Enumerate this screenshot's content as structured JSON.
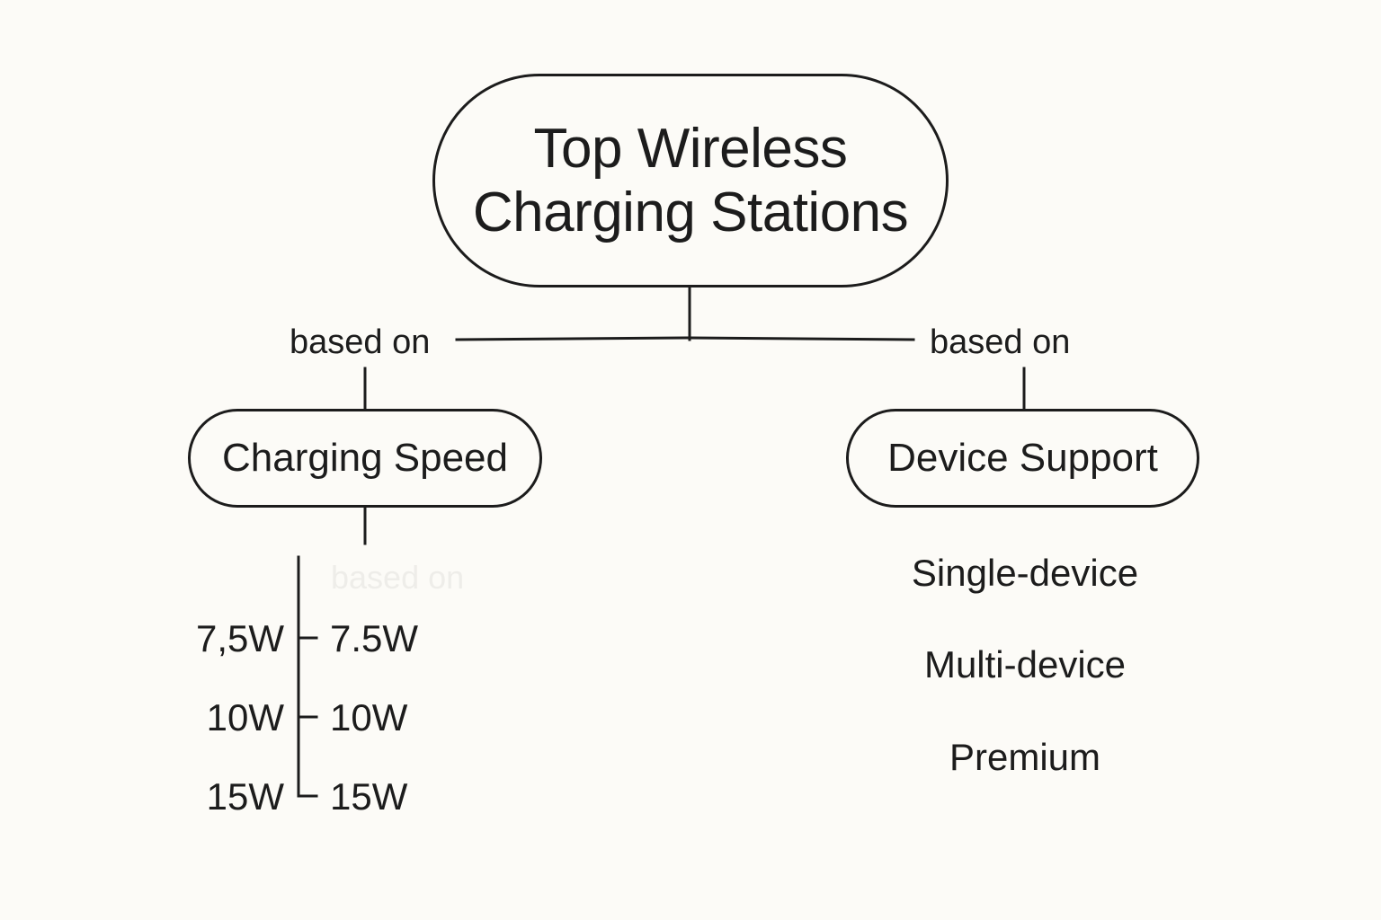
{
  "root": {
    "line1": "Top Wireless",
    "line2": "Charging Stations"
  },
  "links": {
    "left_label": "based on",
    "right_label": "based on"
  },
  "branches": {
    "speed": {
      "label": "Charging Speed",
      "faded_label": "based on",
      "rows": [
        {
          "left": "7,5W",
          "right": "7.5W"
        },
        {
          "left": "10W",
          "right": "10W"
        },
        {
          "left": "15W",
          "right": "15W"
        }
      ]
    },
    "device": {
      "label": "Device Support",
      "items": [
        "Single-device",
        "Multi-device",
        "Premium"
      ]
    }
  },
  "colors": {
    "ink": "#1c1c1c",
    "background": "#fcfbf7"
  }
}
